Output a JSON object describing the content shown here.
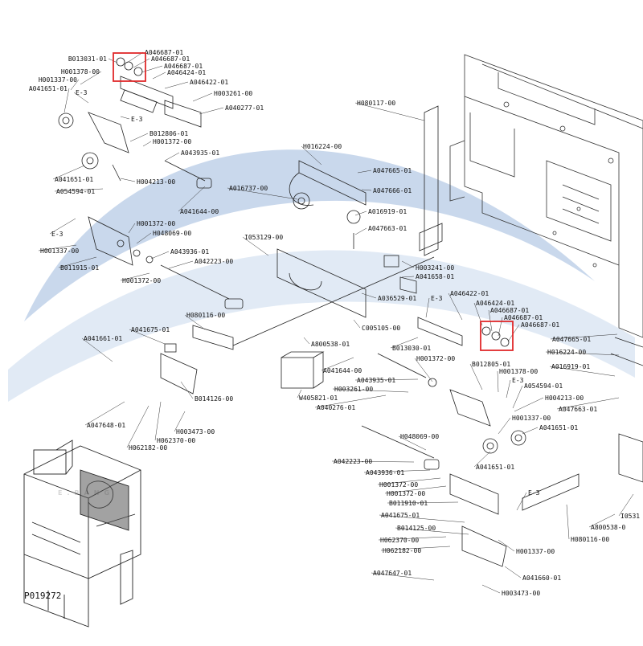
{
  "watermark": {
    "text": "E.BANG",
    "colors": {
      "swoosh": "#c9d8ec",
      "text": "#d6d6d6"
    }
  },
  "highlight_color": "#e0282a",
  "footer_code": "P019272",
  "parts": [
    "B013031-01",
    "A046687-01",
    "A046687-01",
    "A046687-01",
    "A046424-01",
    "A046422-01",
    "H001378-00",
    "H001337-00",
    "A041651-01",
    "E-3",
    "H003261-00",
    "A040277-01",
    "E-3",
    "B012806-01",
    "H001372-00",
    "A043935-01",
    "A041651-01",
    "H004213-00",
    "A054594-01",
    "A041644-00",
    "H080117-00",
    "H016224-00",
    "A047665-01",
    "A047666-01",
    "A016737-00",
    "A016919-01",
    "A047663-01",
    "I053129-00",
    "H003241-00",
    "A041658-01",
    "A036529-01",
    "C005105-00",
    "A800538-01",
    "E-3",
    "H001337-00",
    "H001372-00",
    "H048069-00",
    "B011915-01",
    "A043936-01",
    "A042223-00",
    "H001372-00",
    "H080116-00",
    "A041661-01",
    "A041675-01",
    "B014126-00",
    "A047648-01",
    "H062370-00",
    "H003473-00",
    "H062182-00",
    "W405821-01",
    "A040276-01",
    "A041644-00",
    "A043935-01",
    "H003261-00",
    "H001372-00",
    "B013030-01",
    "E-3",
    "A046422-01",
    "A046424-01",
    "A046687-01",
    "A046687-01",
    "A046687-01",
    "A047665-01",
    "H016224-00",
    "A016919-01",
    "B012805-01",
    "H001378-00",
    "E-3",
    "A054594-01",
    "H004213-00",
    "A047663-01",
    "H001337-00",
    "A041651-01",
    "H048069-00",
    "A042223-00",
    "A043936-01",
    "A041651-01",
    "H001372-00",
    "H001372-00",
    "B011910-01",
    "A041675-01",
    "B014125-00",
    "H062370-00",
    "H062182-00",
    "A047647-01",
    "H001337-00",
    "E-3",
    "H080116-00",
    "A800538-0",
    "I0531",
    "A041660-01",
    "H003473-00"
  ]
}
